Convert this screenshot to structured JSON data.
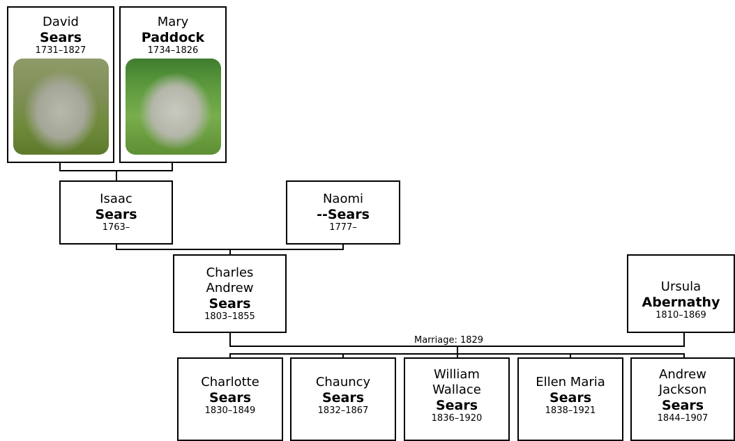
{
  "people": {
    "david": {
      "given": "David",
      "surname": "Sears",
      "dates": "1731–1827"
    },
    "mary": {
      "given": "Mary",
      "surname": "Paddock",
      "dates": "1734–1826"
    },
    "isaac": {
      "given": "Isaac",
      "surname": "Sears",
      "dates": "1763–"
    },
    "naomi": {
      "given": "Naomi",
      "surname": "--Sears",
      "dates": "1777–"
    },
    "charles": {
      "given": "Charles Andrew",
      "surname": "Sears",
      "dates": "1803–1855"
    },
    "ursula": {
      "given": "Ursula",
      "surname": "Abernathy",
      "dates": "1810–1869"
    }
  },
  "children": [
    {
      "given": "Charlotte",
      "surname": "Sears",
      "dates": "1830–1849"
    },
    {
      "given": "Chauncy",
      "surname": "Sears",
      "dates": "1832–1867"
    },
    {
      "given": "William Wallace",
      "surname": "Sears",
      "dates": "1836–1920"
    },
    {
      "given": "Ellen Maria",
      "surname": "Sears",
      "dates": "1838–1921"
    },
    {
      "given": "Andrew Jackson",
      "surname": "Sears",
      "dates": "1844–1907"
    }
  ],
  "marriage_label": "Marriage: 1829",
  "photos": {
    "david": "gravestone",
    "mary": "gravestone"
  }
}
